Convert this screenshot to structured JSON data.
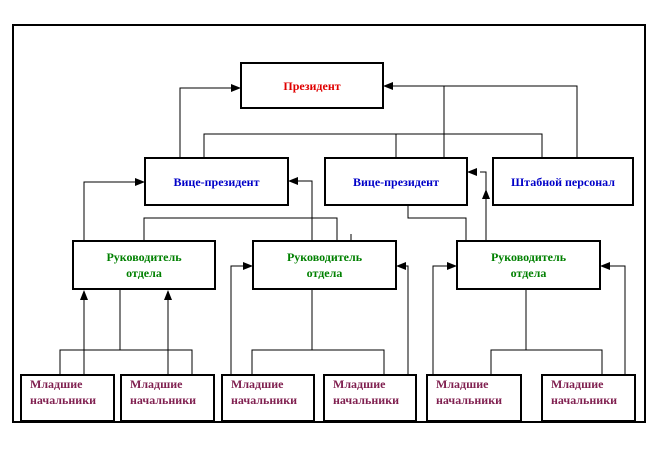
{
  "colors": {
    "president": "#e00000",
    "vice_president": "#0000c8",
    "department_head": "#008000",
    "junior": "#802050",
    "line": "#000000"
  },
  "nodes": {
    "president": "Президент",
    "vp1": "Вице-президент",
    "vp2": "Вице-президент",
    "staff": "Штабной персонал",
    "head1": {
      "line1": "Руководитель",
      "line2": "отдела"
    },
    "head2": {
      "line1": "Руководитель",
      "line2": "отдела"
    },
    "head3": {
      "line1": "Руководитель",
      "line2": "отдела"
    },
    "juniors": [
      {
        "line1": "Младшие",
        "line2": "начальники"
      },
      {
        "line1": "Младшие",
        "line2": "начальники"
      },
      {
        "line1": "Младшие",
        "line2": "начальники"
      },
      {
        "line1": "Младшие",
        "line2": "начальники"
      },
      {
        "line1": "Младшие",
        "line2": "начальники"
      },
      {
        "line1": "Младшие",
        "line2": "начальники"
      }
    ]
  }
}
